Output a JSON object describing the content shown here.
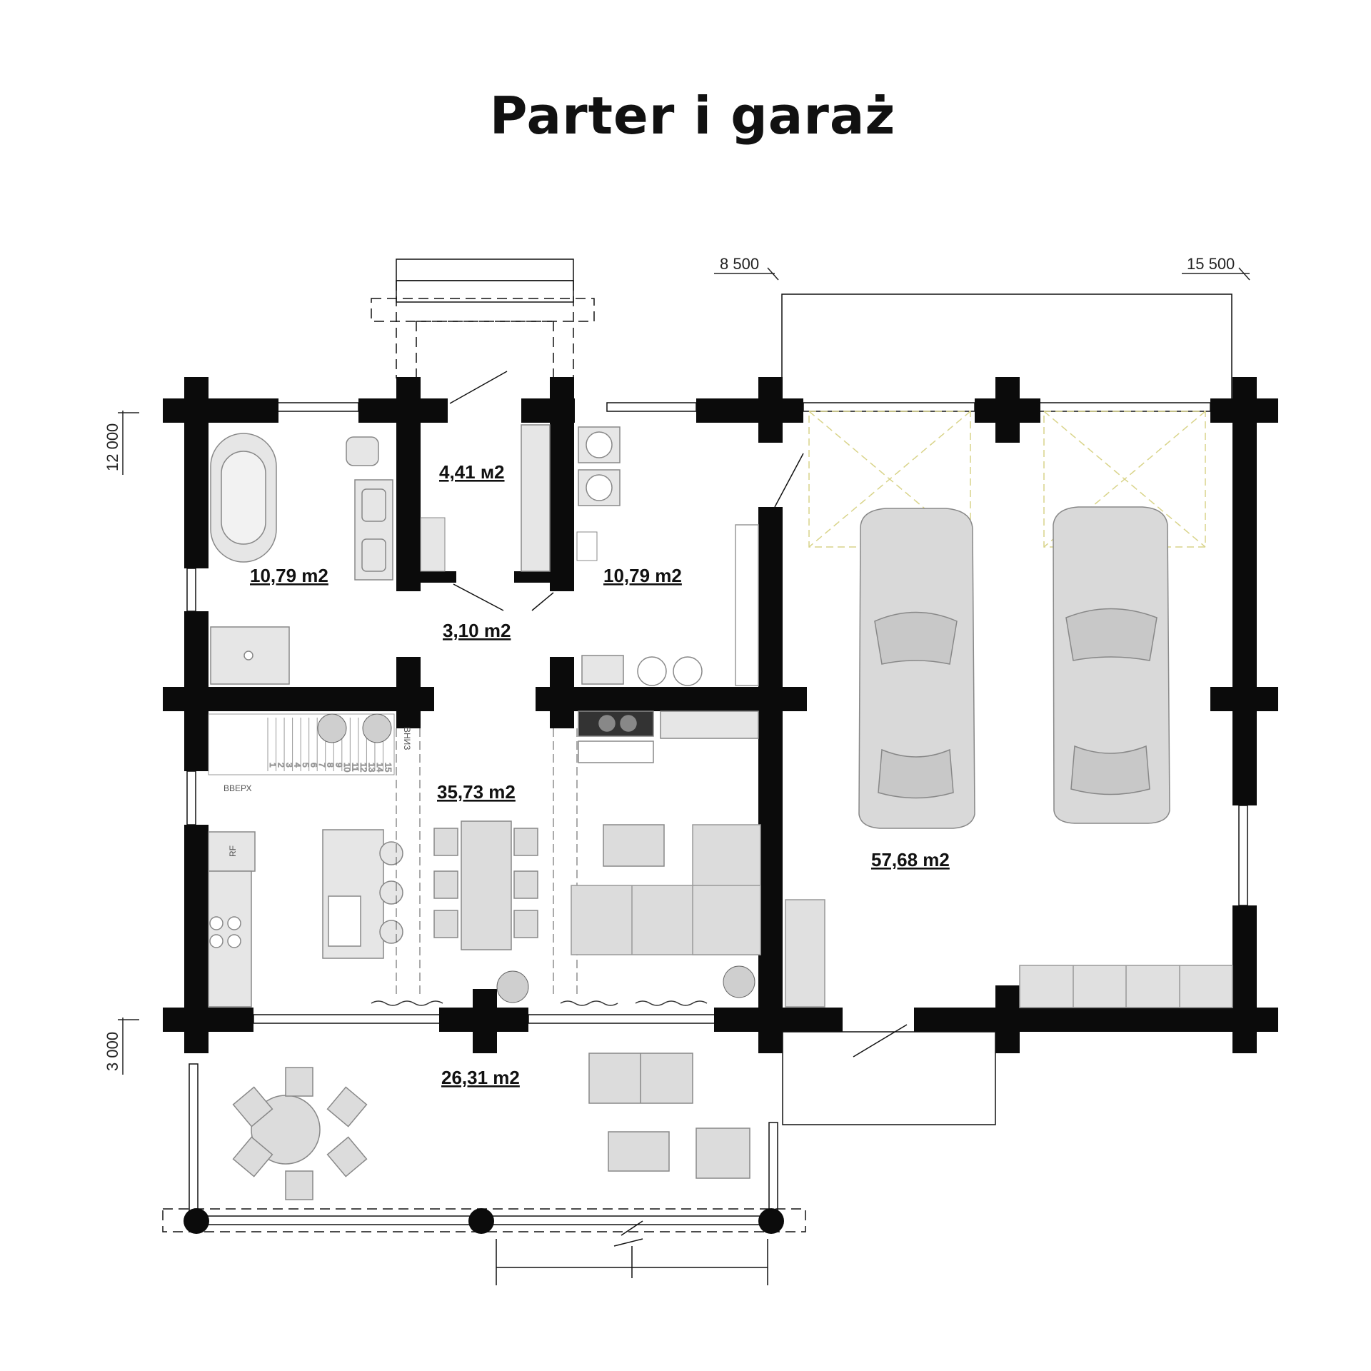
{
  "title": "Parter i garaż",
  "dimensions": {
    "top_left": "8 500",
    "top_right": "15 500",
    "side_top": "12 000",
    "side_bottom": "3 000"
  },
  "rooms": {
    "bathroom": "10,79 m2",
    "entry": "4,41 м2",
    "utility": "10,79 m2",
    "hall": "3,10 m2",
    "living": "35,73 m2",
    "garage": "57,68 m2",
    "terrace": "26,31 m2"
  },
  "labels": {
    "fridge": "RF",
    "stairs_up": "ВВЕРХ",
    "stairs_down": "ВНИЗ",
    "stair_steps": [
      "1",
      "2",
      "3",
      "4",
      "5",
      "6",
      "7",
      "8",
      "9",
      "10",
      "11",
      "12",
      "13",
      "14",
      "15"
    ]
  },
  "colors": {
    "wall": "#0b0b0b",
    "furniture": "#dcdcdc",
    "outline": "#8a8a8a",
    "garage_door_swing": "#d9d48a"
  }
}
